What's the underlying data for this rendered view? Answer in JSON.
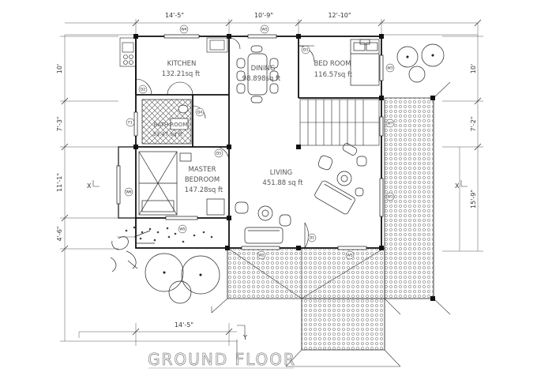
{
  "title": "GROUND FLOOR",
  "dimensions": {
    "top": [
      "14'-5\"",
      "10'-9\"",
      "12'-10\""
    ],
    "bottom": "14'-5\"",
    "left": [
      "10'",
      "7'-3\"",
      "11'-1\"",
      "4'-6\""
    ],
    "right": [
      "10'",
      "7'-2\"",
      "15'-9\""
    ]
  },
  "rooms": {
    "kitchen": {
      "name": "KITCHEN",
      "area": "132.21sq ft"
    },
    "dining": {
      "name": "DINING",
      "area": "98.898sq ft"
    },
    "bedroom": {
      "name": "BED ROOM",
      "area": "116.57sq ft"
    },
    "bathroom": {
      "name": "BATH ROOM",
      "area": "33.47 sq ft"
    },
    "master": {
      "name1": "MASTER",
      "name2": "BEDROOM",
      "area": "147.28sq ft"
    },
    "living": {
      "name": "LIVING",
      "area": "451.88 sq ft"
    }
  },
  "tags": {
    "w4": "W4",
    "w2_top": "W2",
    "d3_top": "D3",
    "w3_right": "W3",
    "d2": "D2",
    "f1": "F1",
    "d4": "D4",
    "d5": "D5",
    "w7": "W7",
    "w6": "W6",
    "w1": "W1",
    "w5_left": "W5",
    "d1": "D1",
    "w2_bottom": "W2",
    "w5_bottom": "W5"
  },
  "section_marks": {
    "x_left": "X",
    "x_right": "X",
    "y": "Y"
  }
}
